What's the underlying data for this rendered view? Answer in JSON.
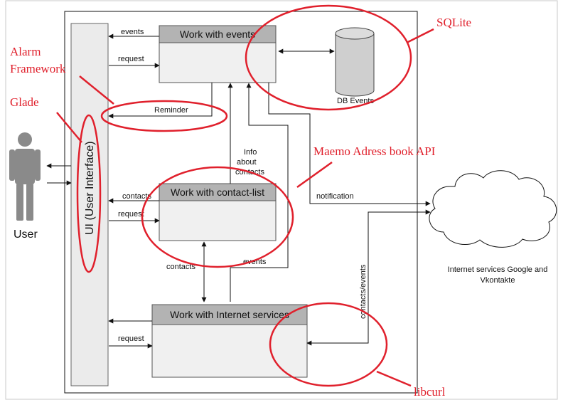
{
  "components": {
    "work_with_events": "Work with events",
    "work_with_contact_list": "Work with contact-list",
    "work_with_internet_services": "Work with Internet services",
    "db_events": "DB Events",
    "ui": "UI (User Interface)",
    "user": "User",
    "internet_services": "Internet services Google and Vkontakte"
  },
  "flows": {
    "events_top": "events",
    "request_top": "request",
    "reminder": "Reminder",
    "info_about_contacts": "Info about contacts",
    "contacts_left": "contacts",
    "request_mid": "request",
    "notification": "notification",
    "contacts_bottom": "contacts",
    "events_bottom": "events",
    "contacts_events": "contacts/events",
    "request_bottom": "request"
  },
  "annotations": {
    "alarm_framework": "Alarm Framework",
    "glade": "Glade",
    "sqlite": "SQLite",
    "maemo": "Maemo Adress book API",
    "libcurl": "libcurl"
  },
  "colors": {
    "annotation": "#e0202c",
    "box_header": "#b3b3b3",
    "box_body": "#f0f0f0",
    "ui_panel": "#ebebeb",
    "user_figure": "#8a8a8a"
  }
}
